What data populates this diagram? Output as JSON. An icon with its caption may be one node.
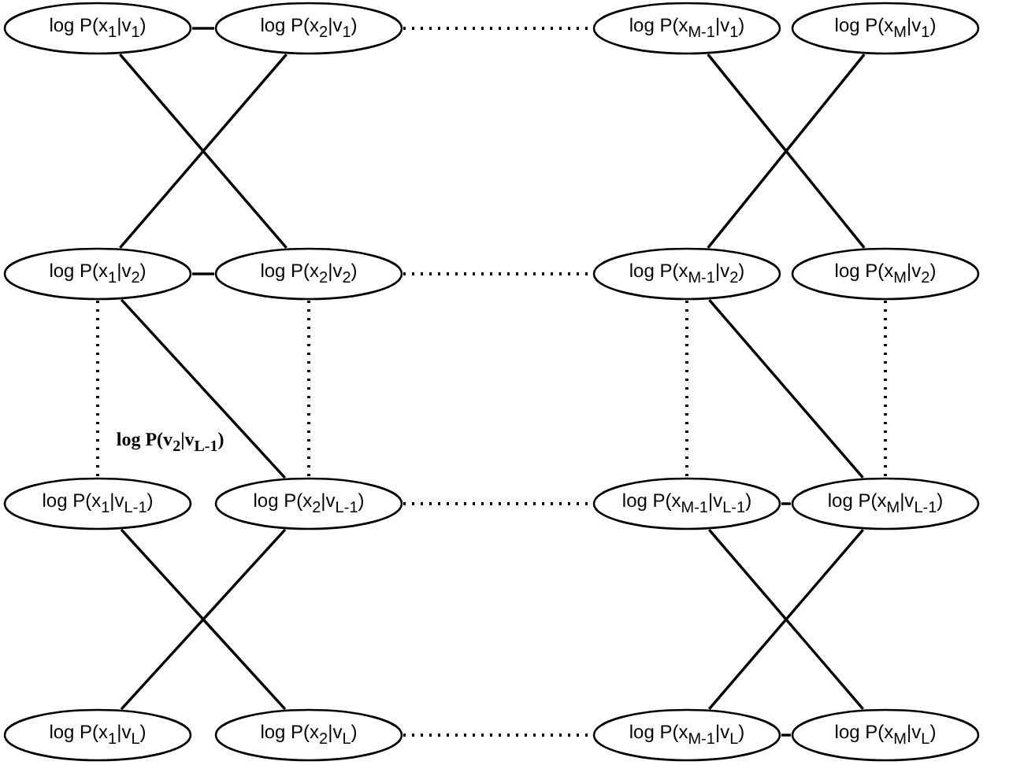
{
  "diagram": {
    "nodes": [
      {
        "text": [
          "log P(x$_{1}$|v$_{1}$)"
        ]
      },
      {
        "text": [
          "log P(x$_{2}$|v$_{1}$)"
        ]
      },
      {
        "text": [
          "log P(x$_{M-1}$|v$_{1}$)"
        ]
      },
      {
        "text": [
          "log P(x$_{M}$|v$_{1}$)"
        ]
      },
      {
        "text": [
          "log P(x$_{1}$|v$_{2}$)"
        ]
      },
      {
        "text": [
          "log P(x$_{2}$|v$_{2}$)"
        ]
      },
      {
        "text": [
          "log P(x$_{M-1}$|v$_{2}$)"
        ]
      },
      {
        "text": [
          "log P(x$_{M}$|v$_{2}$)"
        ]
      },
      {
        "text": [
          "log P(x$_{1}$|v$_{L-1}$)"
        ]
      },
      {
        "text": [
          "log P(x$_{2}$|v$_{L-1}$)"
        ]
      },
      {
        "text": [
          "log P(x$_{M-1}$|v$_{L-1}$)"
        ]
      },
      {
        "text": [
          "log P(x$_{M}$|v$_{L-1}$)"
        ]
      },
      {
        "text": [
          "log P(x$_{1}$|v$_{L}$)"
        ]
      },
      {
        "text": [
          "log P(x$_{2}$|v$_{L}$)"
        ]
      },
      {
        "text": [
          "log P(x$_{M-1}$|v$_{L}$)"
        ]
      },
      {
        "text": [
          "log P(x$_{M}$|v$_{L}$)"
        ]
      }
    ],
    "edges": [
      {
        "from": 0,
        "to": 1,
        "arrow": "none"
      },
      {
        "from": 1,
        "to": 2,
        "arrow": "none",
        "style": "dashed"
      },
      {
        "from": 0,
        "to": 5,
        "arrow": "none"
      },
      {
        "from": 1,
        "to": 4,
        "arrow": "none"
      },
      {
        "from": 2,
        "to": 7,
        "arrow": "none"
      },
      {
        "from": 3,
        "to": 6,
        "arrow": "none"
      },
      {
        "from": 4,
        "to": 5,
        "arrow": "none"
      },
      {
        "from": 5,
        "to": 6,
        "arrow": "none",
        "style": "dashed"
      },
      {
        "from": 4,
        "to": 8,
        "arrow": "none",
        "style": "dashed"
      },
      {
        "from": 5,
        "to": 9,
        "arrow": "none",
        "style": "dashed"
      },
      {
        "from": 6,
        "to": 10,
        "arrow": "none",
        "style": "dashed"
      },
      {
        "from": 7,
        "to": 11,
        "arrow": "none",
        "style": "dashed"
      },
      {
        "from": 4,
        "to": 9,
        "arrow": "none",
        "label": "log P(v$_{2}$|v$_{L-1}$)"
      },
      {
        "from": 6,
        "to": 11,
        "arrow": "none"
      },
      {
        "from": 9,
        "to": 10,
        "arrow": "none",
        "style": "dashed"
      },
      {
        "from": 10,
        "to": 11,
        "arrow": "none"
      },
      {
        "from": 8,
        "to": 13,
        "arrow": "none"
      },
      {
        "from": 9,
        "to": 12,
        "arrow": "none"
      },
      {
        "from": 10,
        "to": 15,
        "arrow": "none"
      },
      {
        "from": 11,
        "to": 14,
        "arrow": "none"
      },
      {
        "from": 13,
        "to": 14,
        "arrow": "none",
        "style": "dashed"
      },
      {
        "from": 14,
        "to": 15,
        "arrow": "none"
      }
    ]
  }
}
